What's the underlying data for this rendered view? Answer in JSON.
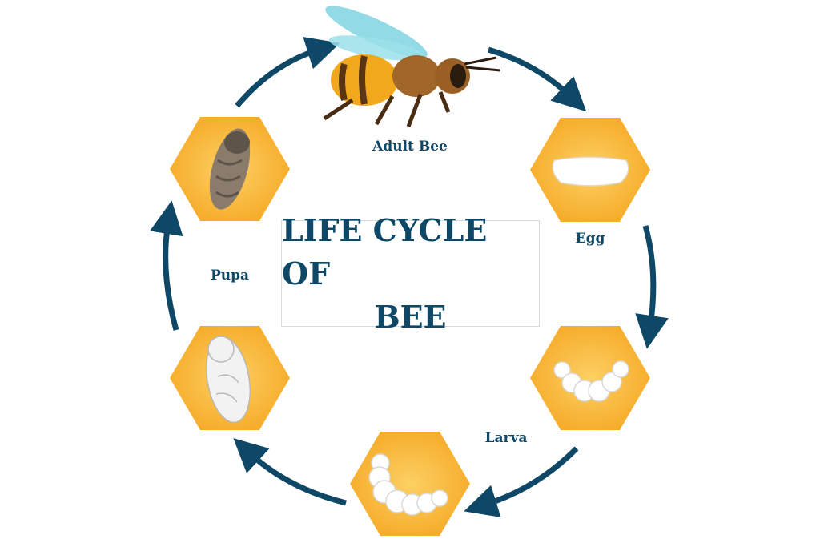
{
  "title": {
    "line1": "LIFE CYCLE OF",
    "line2": "BEE"
  },
  "stages": [
    {
      "name": "Adult Bee"
    },
    {
      "name": "Egg"
    },
    {
      "name": "Larva"
    },
    {
      "name": "Pupa"
    }
  ],
  "colors": {
    "accent": "#0f4866",
    "hex_fill": "#f7b532",
    "hex_center": "#fcd064"
  }
}
